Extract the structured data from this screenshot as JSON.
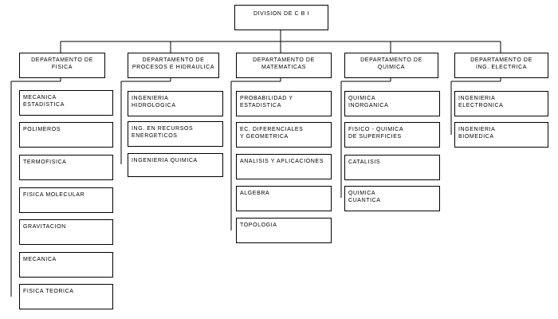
{
  "root": "DIVISION DE  C B I",
  "departments": [
    {
      "label": "DEPARTAMENTO DE\nFISICA",
      "subs": [
        "MECANICA\nESTADISTICA",
        "POLIMEROS",
        "TERMOFISICA",
        "FISICA MOLECULAR",
        "GRAVITACION",
        "MECANICA",
        "FISICA TEORICA"
      ]
    },
    {
      "label": "DEPARTAMENTO DE\nPROCESOS E HIDRAULICA",
      "subs": [
        "INGENIERIA\nHIDROLOGICA",
        "ING. EN RECURSOS\nENERGETICOS",
        "INGENIERIA QUIMICA"
      ]
    },
    {
      "label": "DEPARTAMENTO DE\nMATEMATICAS",
      "subs": [
        "PROBABILIDAD Y\nESTADISTICA",
        "EC. DIFERENCIALES\nY GEOMETRICA",
        "ANALISIS Y APLICACIONES",
        "ALGEBRA",
        "TOPOLOGIA"
      ]
    },
    {
      "label": "DEPARTAMENTO DE\nQUIMICA",
      "subs": [
        "QUIMICA\nINORGANICA",
        "FISICO - QUIMICA\nDE SUPERFICIES",
        "CATALISIS",
        "QUIMICA\nCUANTICA"
      ]
    },
    {
      "label": "DEPARTAMENTO DE\nING. ELECTRICA",
      "subs": [
        "INGENIERIA\nELECTRONICA",
        "INGENIERIA\nBIOMEDICA"
      ]
    }
  ]
}
